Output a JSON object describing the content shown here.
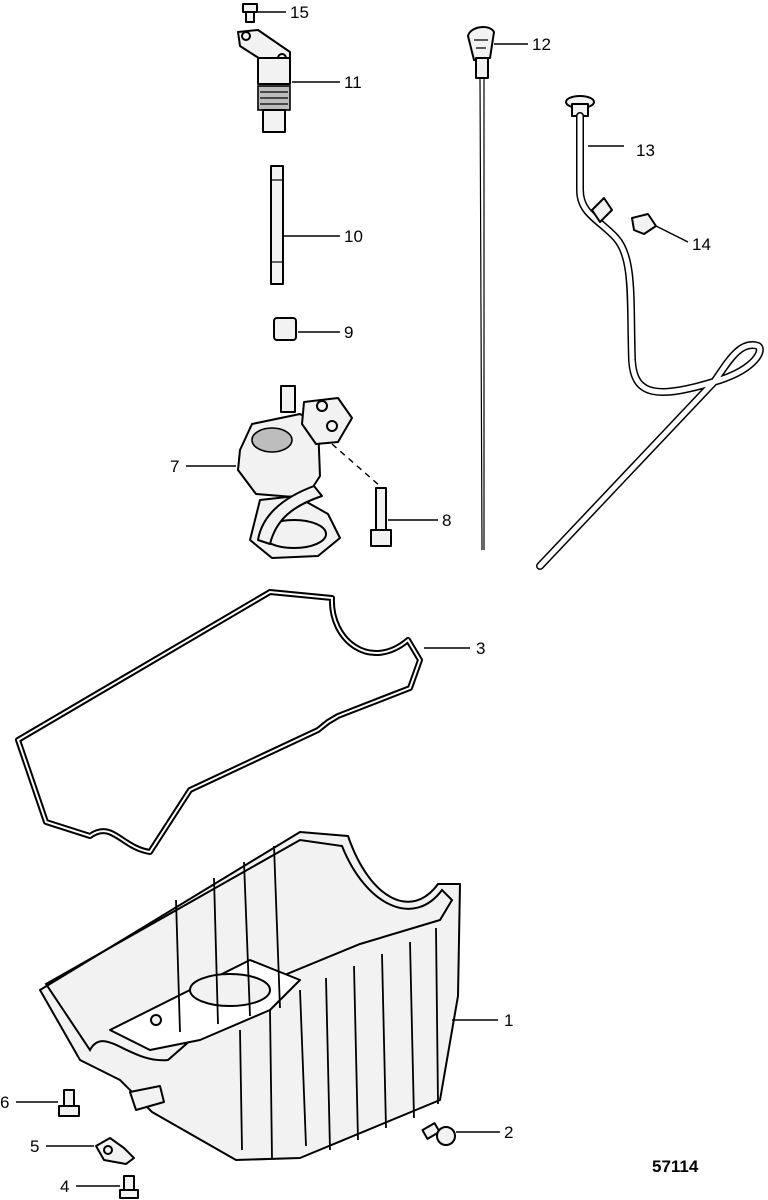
{
  "figure_number": "57114",
  "callouts": {
    "c1": "1",
    "c2": "2",
    "c3": "3",
    "c4": "4",
    "c5": "5",
    "c6": "6",
    "c7": "7",
    "c8": "8",
    "c9": "9",
    "c10": "10",
    "c11": "11",
    "c12": "12",
    "c13": "13",
    "c14": "14",
    "c15": "15"
  }
}
